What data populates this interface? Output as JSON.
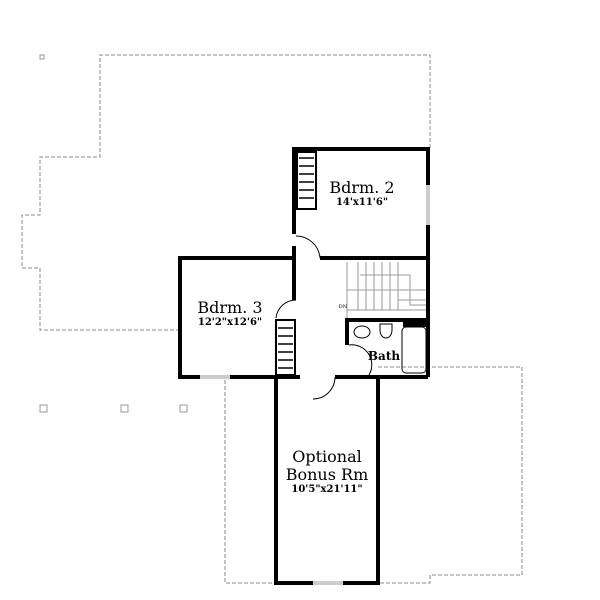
{
  "rooms": {
    "bdrm2": {
      "name": "Bdrm. 2",
      "size": "14'x11'6\""
    },
    "bdrm3": {
      "name": "Bdrm. 3",
      "size": "12'2\"x12'6\""
    },
    "bath": {
      "name": "Bath"
    },
    "bonus": {
      "name_line1": "Optional",
      "name_line2": "Bonus Rm",
      "size": "10'5\"x21'11\""
    }
  },
  "stairs": {
    "label": "DN"
  },
  "colors": {
    "wall": "#000000",
    "roof_outline": "#888888"
  }
}
